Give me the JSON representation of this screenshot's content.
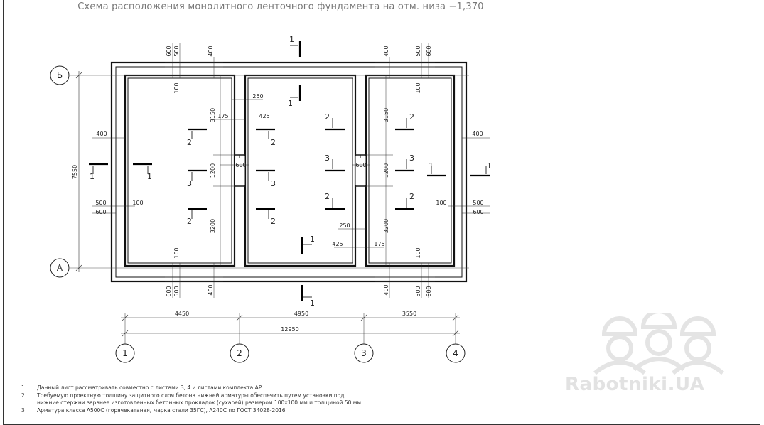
{
  "title": "Схема расположения монолитного ленточного фундамента на отм. низа −1,370",
  "axes": {
    "rows": [
      "Б",
      "А"
    ],
    "columns": [
      "1",
      "2",
      "3",
      "4"
    ]
  },
  "section_marks": {
    "s1": "1",
    "s2": "2",
    "s3": "3"
  },
  "dimensions": {
    "bay_1": "4450",
    "bay_2": "4950",
    "bay_3": "3550",
    "overall_length": "12950",
    "overall_width": "7550",
    "d600": "600",
    "d500": "500",
    "d400": "400",
    "d100": "100",
    "d250": "250",
    "d175": "175",
    "d425": "425",
    "d3150": "3150",
    "d1200": "1200",
    "d3200": "3200"
  },
  "notes": [
    {
      "num": "1",
      "text": "Данный лист рассматривать совместно с листами 3, 4 и листами комплекта АР."
    },
    {
      "num": "2",
      "text": "Требуемую проектную толщину защитного слоя бетона нижней арматуры обеспечить путем установки под"
    },
    {
      "num": "",
      "text": "нижние стержни заранее изготовленных бетонных прокладок (сухарей) размером 100х100 мм и толщиной 50 мм."
    },
    {
      "num": "3",
      "text": "Арматура класса А500С (горячекатаная, марка стали 35ГС), А240С по ГОСТ 34028-2016"
    }
  ],
  "watermark": {
    "text": "Rabotniki.UA",
    "icon": "workers-helmet-logo"
  }
}
